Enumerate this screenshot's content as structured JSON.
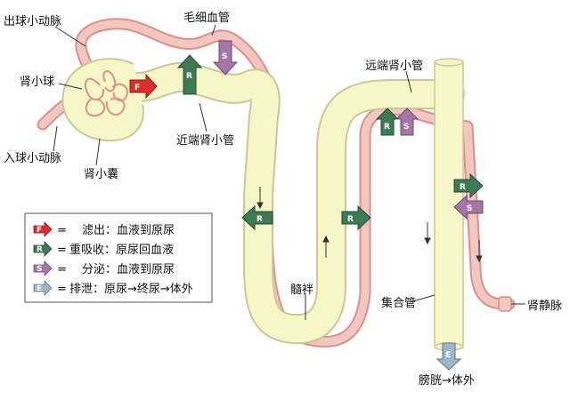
{
  "labels": {
    "efferent_arteriole": "出球小动脉",
    "glomerulus": "肾小球",
    "afferent_arteriole": "入球小动脉",
    "bowmans_capsule": "肾小囊",
    "capillary": "毛细血管",
    "proximal_tubule": "近端肾小管",
    "distal_tubule": "远端肾小管",
    "loop_of_henle": "髓袢",
    "collecting_duct": "集合管",
    "renal_vein": "肾静脉",
    "bladder": "膀胱→体外"
  },
  "arrow_letters": {
    "F": "F",
    "R": "R",
    "S": "S",
    "E": "E"
  },
  "legend": {
    "items": [
      {
        "letter": "F",
        "eq": "=",
        "text": "滤出：血液到原尿",
        "color": "#d9302c"
      },
      {
        "letter": "R",
        "eq": "=",
        "text": "重吸收：原尿回血液",
        "color": "#3e7b55"
      },
      {
        "letter": "S",
        "eq": "=",
        "text": "分泌：血液到原尿",
        "color": "#a576a6"
      },
      {
        "letter": "E",
        "eq": "=",
        "text": "排泄：原尿→终尿→体外",
        "color": "#9fb6c8"
      }
    ]
  },
  "colors": {
    "tubule_fill": "#f7f6c6",
    "tubule_edge": "#c9c89a",
    "vessel_fill": "#f3c6c2",
    "vessel_edge": "#d9918a",
    "filtration": "#d9302c",
    "reabsorption": "#3e7b55",
    "secretion": "#a576a6",
    "excretion": "#9fb6c8"
  }
}
